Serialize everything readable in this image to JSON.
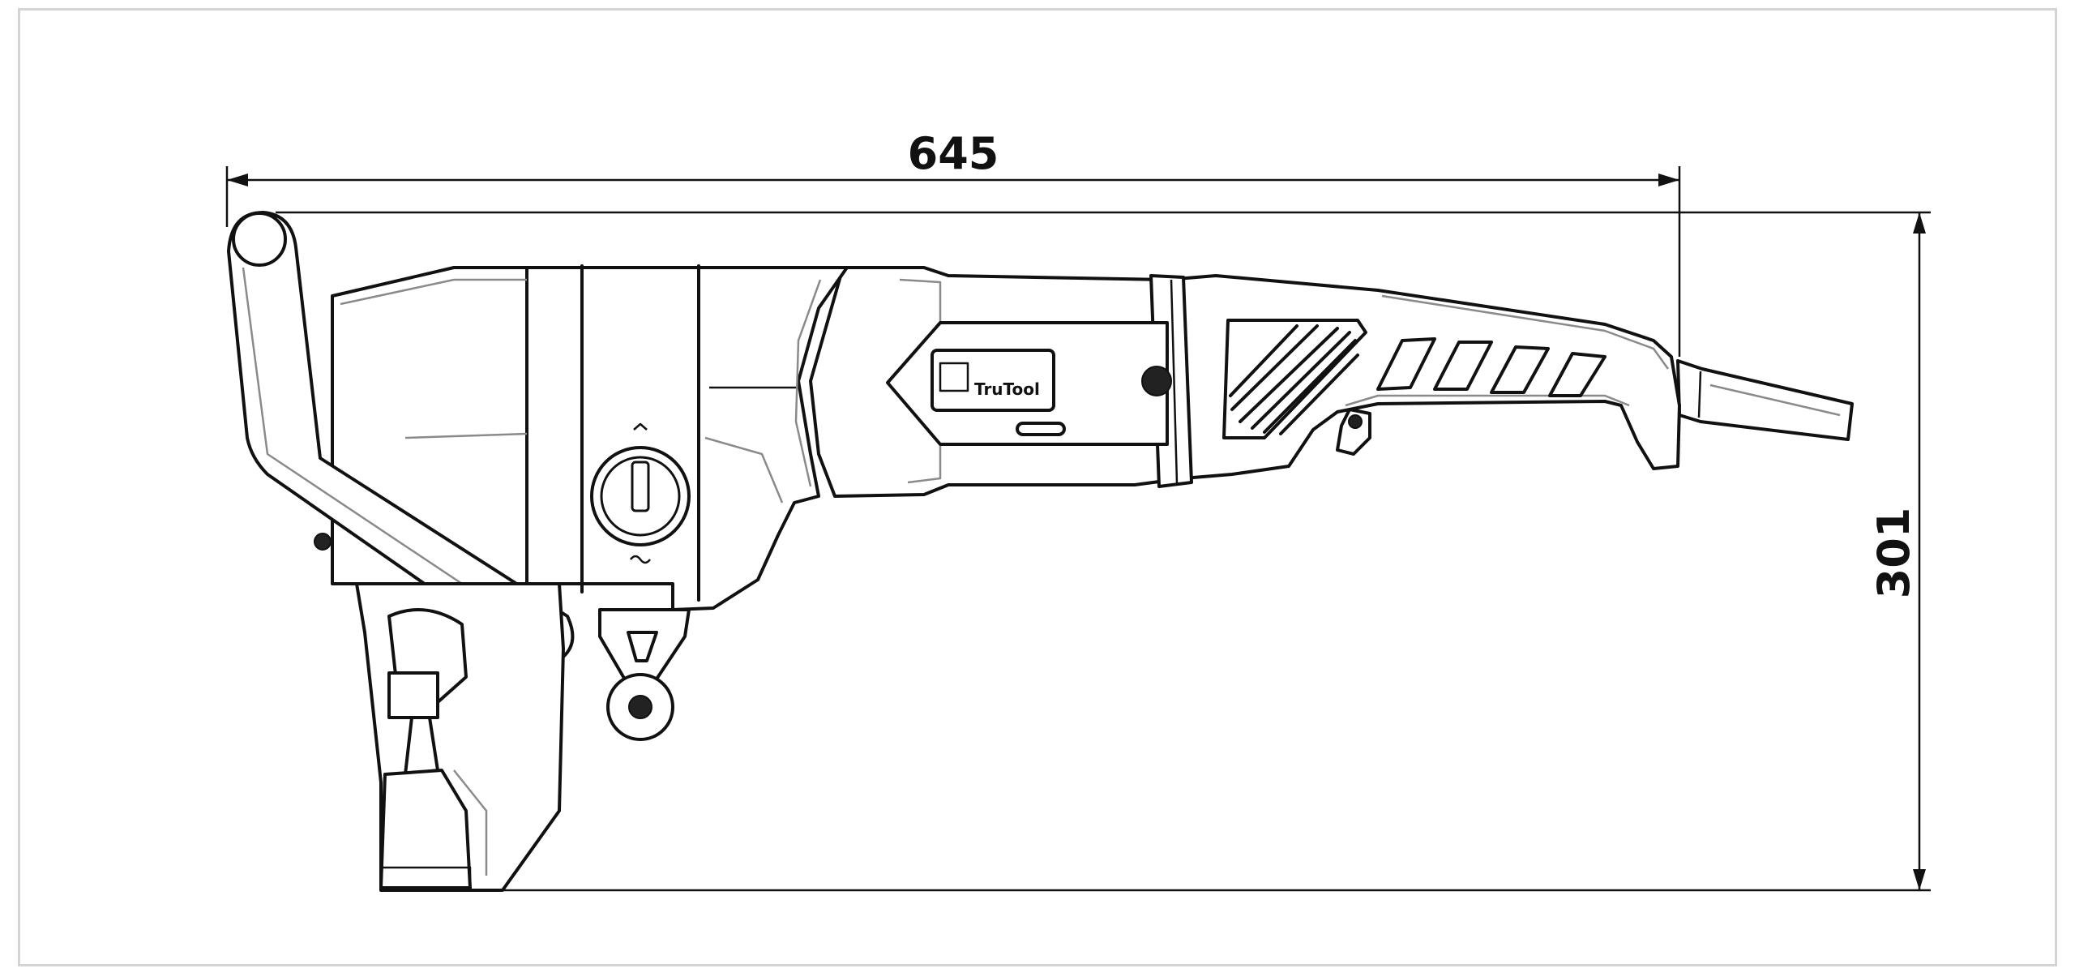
{
  "drawing": {
    "dimensions": {
      "length_label": "645",
      "height_label": "301"
    },
    "colors": {
      "line": "#111111",
      "detail": "#8a8a8a",
      "frame": "#d4d4d4",
      "background": "#ffffff"
    },
    "brand_label": "TruTool"
  }
}
